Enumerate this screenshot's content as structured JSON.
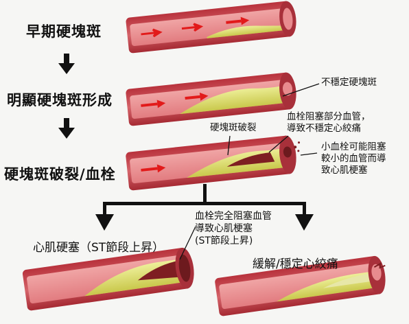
{
  "stages": {
    "s1": "早期硬塊斑",
    "s2": "明顯硬塊斑形成",
    "s3": "硬塊斑破裂/血栓",
    "s4": "心肌硬塞（ST節段上昇）",
    "s5": "緩解/穩定心絞痛"
  },
  "annotations": {
    "unstable_plaque": "不穩定硬塊斑",
    "plaque_rupture": "硬塊斑破裂",
    "partial_block": [
      "血栓阻塞部分血管，",
      "導致不穩定心絞痛"
    ],
    "small_clot": [
      "小血栓可能阻塞",
      "較小的血管而導",
      "致心肌梗塞"
    ],
    "full_block": [
      "血栓完全阻塞血管",
      "導致心肌梗塞",
      "(ST節段上昇)"
    ]
  },
  "colors": {
    "vessel_wall": "#c8474f",
    "vessel_inner": "#e8868a",
    "plaque": "#d9dc6e",
    "flow_arrow": "#e21a1a",
    "arrow": "#111111"
  }
}
